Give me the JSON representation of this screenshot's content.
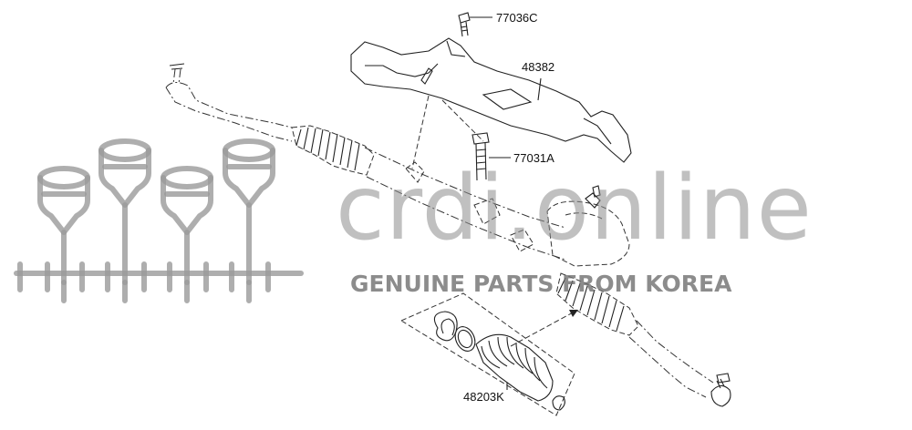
{
  "diagram": {
    "labels": {
      "bolt_top": "77036C",
      "cover": "48382",
      "bolt_mid": "77031A",
      "boot_kit": "48203K"
    },
    "watermark": {
      "brand": "crdi.online",
      "tagline": "GENUINE PARTS FROM KOREA"
    }
  }
}
